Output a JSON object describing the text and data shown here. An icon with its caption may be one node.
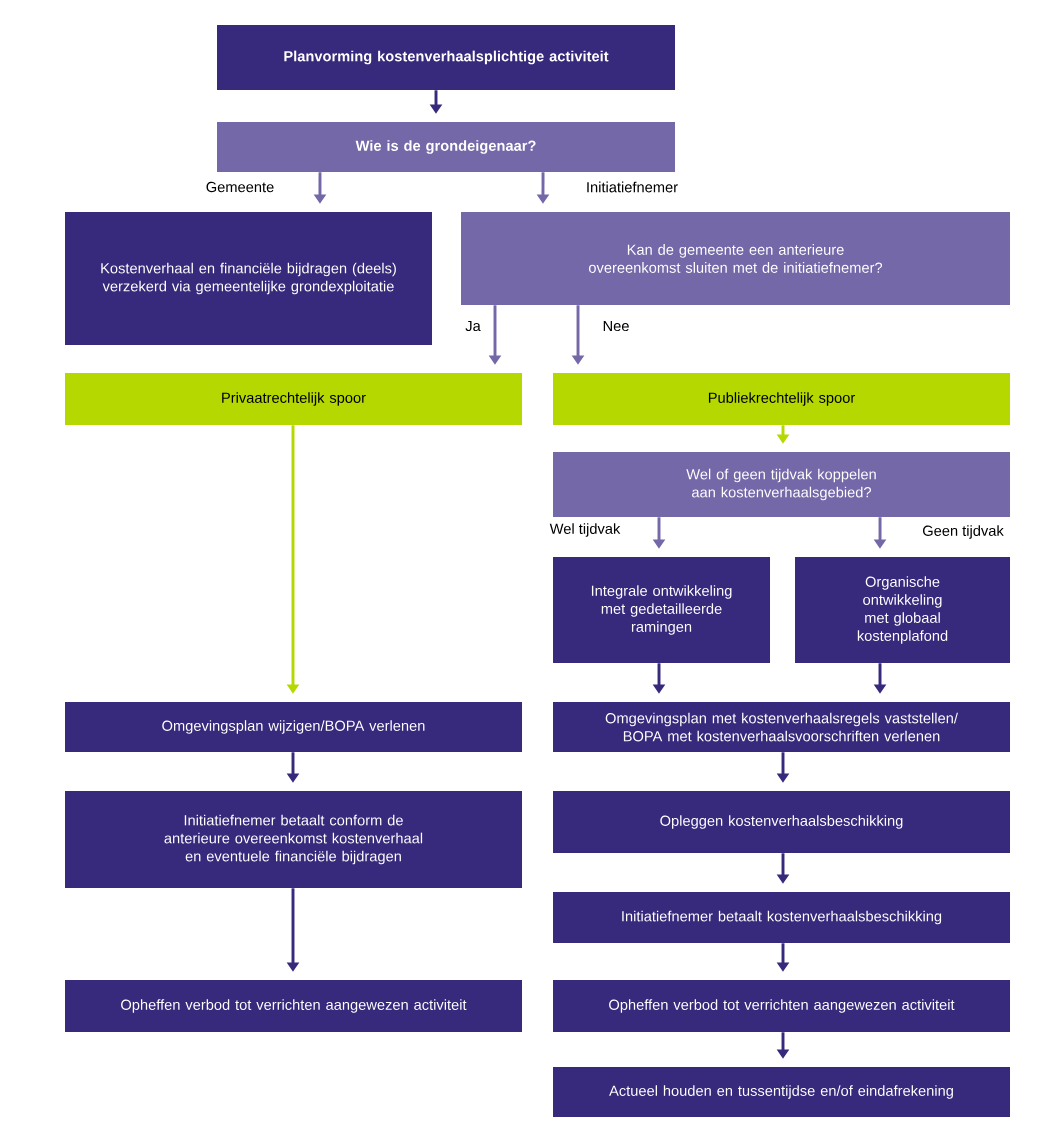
{
  "diagram": {
    "nodes": [
      {
        "text": [
          "Planvorming kostenverhaalsplichtige activiteit"
        ]
      },
      {
        "text": [
          "Wie is de grondeigenaar?"
        ]
      },
      {
        "text": [
          "Kostenverhaal en financiële bijdragen (deels) verzekerd via gemeentelijke grondexploitatie"
        ]
      },
      {
        "text": [
          "Kan de gemeente een anterieure overeenkomst sluiten met de initiatiefnemer?"
        ]
      },
      {
        "text": [
          "Privaatrechtelijk spoor"
        ]
      },
      {
        "text": [
          "Publiekrechtelijk spoor"
        ]
      },
      {
        "text": [
          "Wel of geen tijdvak koppelen aan kostenverhaalsgebied?"
        ]
      },
      {
        "text": [
          "Integrale ontwikkeling met gedetailleerde ramingen"
        ]
      },
      {
        "text": [
          "Organische ontwikkeling met globaal kostenplafond"
        ]
      },
      {
        "text": [
          "Omgevingsplan wijzigen/BOPA verlenen"
        ]
      },
      {
        "text": [
          "Omgevingsplan met kostenverhaalsregels vaststellen/ BOPA met kostenverhaalsvoorschriften verlenen"
        ]
      },
      {
        "text": [
          "Initiatiefnemer betaalt conform de anterieure overeenkomst kostenverhaal en eventuele financiële bijdragen"
        ]
      },
      {
        "text": [
          "Opleggen kostenverhaalsbeschikking"
        ]
      },
      {
        "text": [
          "Initiatiefnemer betaalt kostenverhaalsbeschikking"
        ]
      },
      {
        "text": [
          "Opheffen verbod tot verrichten aangewezen activiteit"
        ]
      },
      {
        "text": [
          "Opheffen verbod tot verrichten aangewezen activiteit"
        ]
      },
      {
        "text": [
          "Actueel houden en tussentijdse en/of eindafrekening"
        ]
      }
    ],
    "edges": [
      {
        "from": 0,
        "to": 1,
        "arrow": "to"
      },
      {
        "from": 1,
        "to": 2,
        "arrow": "to",
        "label": "Gemeente",
        "color": "#7468a8"
      },
      {
        "from": 1,
        "to": 3,
        "arrow": "to",
        "label": "Initiatiefnemer",
        "color": "#7468a8"
      },
      {
        "from": 3,
        "to": 4,
        "arrow": "to",
        "label": "Ja",
        "color": "#7468a8"
      },
      {
        "from": 3,
        "to": 5,
        "arrow": "to",
        "label": "Nee",
        "color": "#7468a8"
      },
      {
        "from": 4,
        "to": 9,
        "arrow": "to",
        "color": "#b5d800"
      },
      {
        "from": 5,
        "to": 6,
        "arrow": "to",
        "color": "#b5d800"
      },
      {
        "from": 6,
        "to": 7,
        "arrow": "to",
        "label": "Wel tijdvak",
        "color": "#7468a8"
      },
      {
        "from": 6,
        "to": 8,
        "arrow": "to",
        "label": "Geen tijdvak",
        "color": "#7468a8"
      },
      {
        "from": 7,
        "to": 10,
        "arrow": "to"
      },
      {
        "from": 8,
        "to": 10,
        "arrow": "to"
      },
      {
        "from": 9,
        "to": 11,
        "arrow": "to"
      },
      {
        "from": 11,
        "to": 14,
        "arrow": "to"
      },
      {
        "from": 10,
        "to": 12,
        "arrow": "to"
      },
      {
        "from": 12,
        "to": 13,
        "arrow": "to"
      },
      {
        "from": 13,
        "to": 15,
        "arrow": "to"
      },
      {
        "from": 15,
        "to": 16,
        "arrow": "to"
      }
    ]
  }
}
